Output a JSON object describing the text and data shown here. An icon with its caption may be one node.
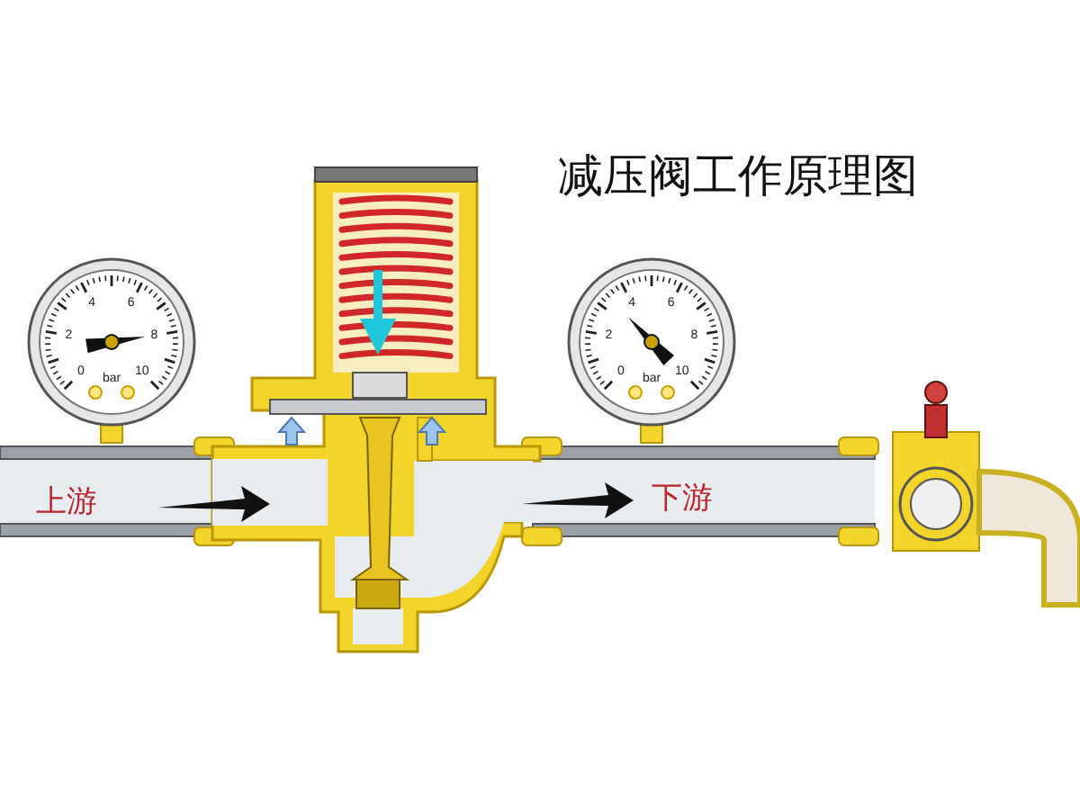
{
  "diagram": {
    "title": "减压阀工作原理图",
    "labels": [
      "0",
      "2",
      "4",
      "6",
      "8",
      "10",
      "bar",
      "0",
      "2",
      "4",
      "6",
      "8",
      "10",
      "bar",
      "上游",
      "下游"
    ]
  }
}
